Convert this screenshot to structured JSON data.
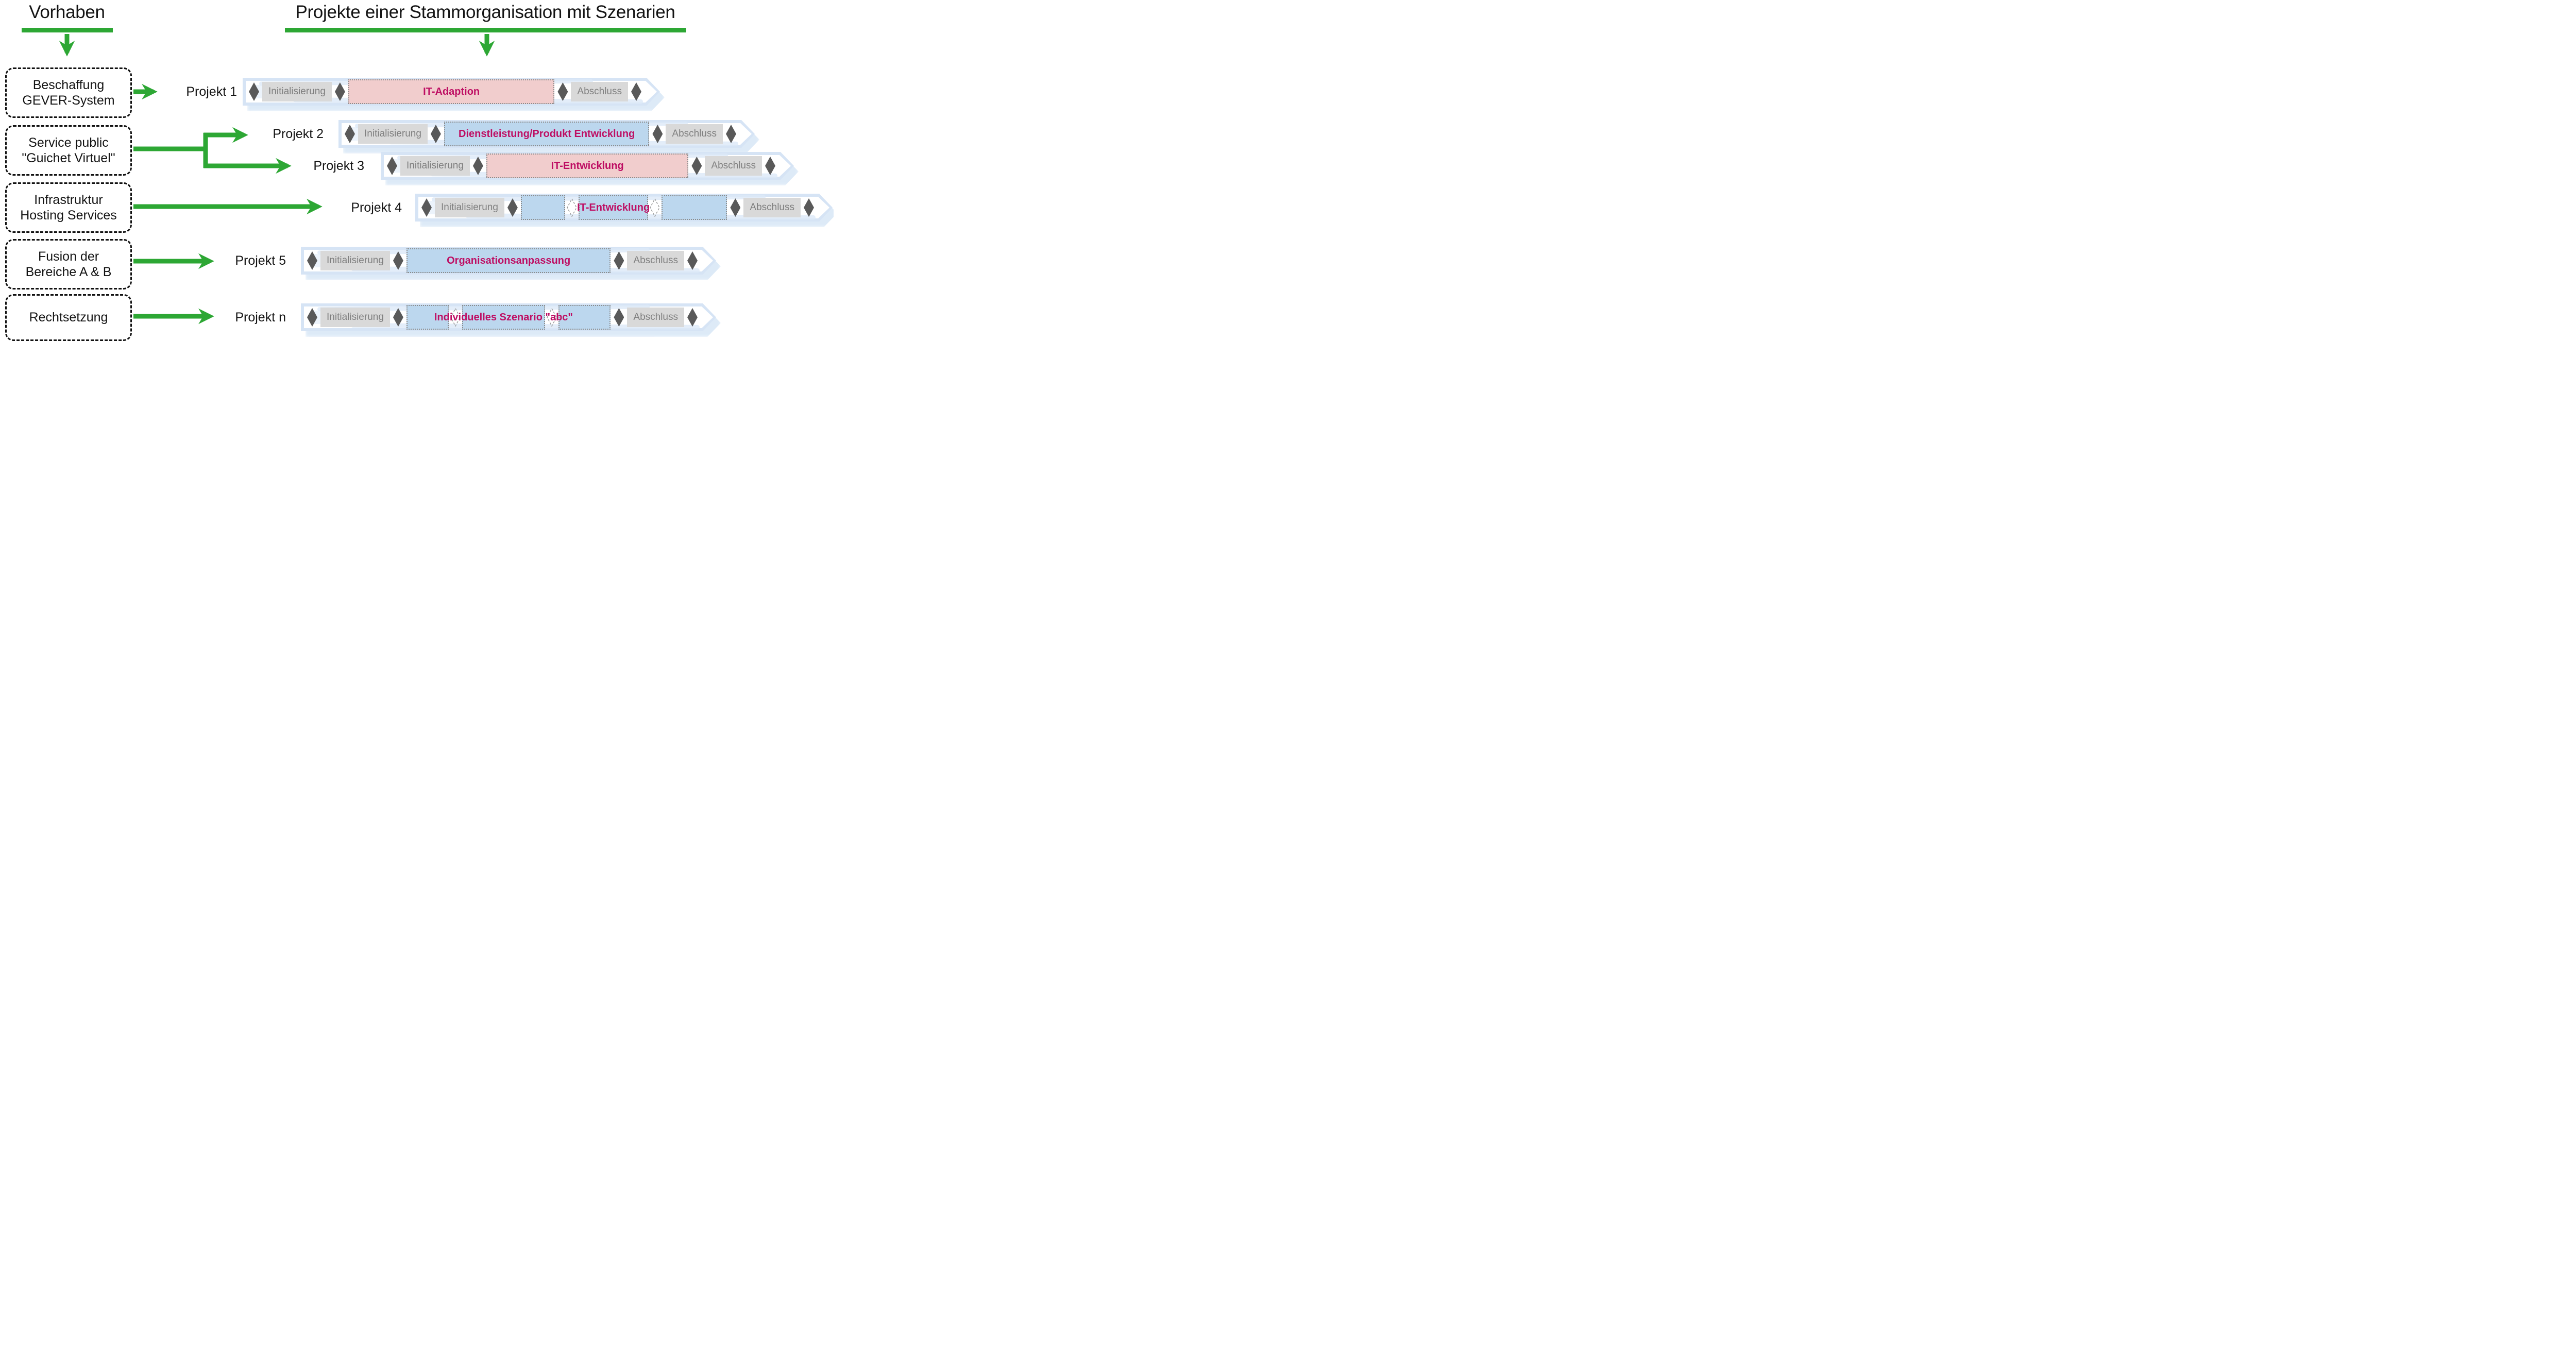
{
  "header": {
    "left_title": "Vorhaben",
    "right_title": "Projekte einer Stammorganisation mit Szenarien"
  },
  "colors": {
    "green": "#2DA734",
    "diamond": "#595959",
    "milestone_fill": "#D9D9D9",
    "milestone_text": "#7F7F7F",
    "phase_text": "#BE0E63",
    "phase_pink": "#F1CDCD",
    "phase_blue": "#BCD7EE",
    "phase_border": "#8C8C8C",
    "bar_border": "#D6E4F5",
    "bar_fill": "#FFFFFF",
    "streak": "#DCE9F7",
    "ghost": "#9C9C9C"
  },
  "vorhaben": [
    {
      "lines": [
        "Beschaffung",
        "GEVER-System"
      ]
    },
    {
      "lines": [
        "Service public",
        "\"Guichet Virtuel\""
      ]
    },
    {
      "lines": [
        "Infrastruktur",
        "Hosting Services"
      ]
    },
    {
      "lines": [
        "Fusion der",
        "Bereiche A & B"
      ]
    },
    {
      "lines": [
        "Rechtsetzung"
      ]
    }
  ],
  "connections": [
    {
      "from": "Beschaffung GEVER-System",
      "to": [
        "Projekt 1"
      ]
    },
    {
      "from": "Service public \"Guichet Virtuel\"",
      "to": [
        "Projekt 2",
        "Projekt 3"
      ]
    },
    {
      "from": "Infrastruktur Hosting Services",
      "to": [
        "Projekt 4"
      ]
    },
    {
      "from": "Fusion der Bereiche A & B",
      "to": [
        "Projekt 5"
      ]
    },
    {
      "from": "Rechtsetzung",
      "to": [
        "Projekt n"
      ]
    }
  ],
  "projects": [
    {
      "label": "Projekt 1",
      "phase_start": "Initialisierung",
      "phase_end": "Abschluss",
      "segments": [
        {
          "type": "phase",
          "color": "pink",
          "label": "IT-Adaption",
          "flex": 1
        }
      ]
    },
    {
      "label": "Projekt 2",
      "phase_start": "Initialisierung",
      "phase_end": "Abschluss",
      "segments": [
        {
          "type": "phase",
          "color": "blue",
          "label": "Dienstleistung/Produkt Entwicklung",
          "flex": 1
        }
      ]
    },
    {
      "label": "Projekt 3",
      "phase_start": "Initialisierung",
      "phase_end": "Abschluss",
      "segments": [
        {
          "type": "phase",
          "color": "pink",
          "label": "IT-Entwicklung",
          "flex": 1
        }
      ]
    },
    {
      "label": "Projekt 4",
      "phase_start": "Initialisierung",
      "phase_end": "Abschluss",
      "segments": [
        {
          "type": "phase",
          "color": "blue",
          "label": "",
          "flex": 1
        },
        {
          "type": "ghost"
        },
        {
          "type": "phase",
          "color": "blue",
          "label": "IT-Entwicklung",
          "flex": 1.6
        },
        {
          "type": "ghost"
        },
        {
          "type": "phase",
          "color": "blue",
          "label": "",
          "flex": 1.5
        }
      ]
    },
    {
      "label": "Projekt 5",
      "phase_start": "Initialisierung",
      "phase_end": "Abschluss",
      "segments": [
        {
          "type": "phase",
          "color": "blue",
          "label": "Organisationsanpassung",
          "flex": 1
        }
      ]
    },
    {
      "label": "Projekt n",
      "phase_start": "Initialisierung",
      "phase_end": "Abschluss",
      "segments": [
        {
          "type": "phase",
          "color": "blue",
          "label": "",
          "flex": 0.8
        },
        {
          "type": "ghost"
        },
        {
          "type": "phase",
          "color": "blue",
          "label": "Individuelles Szenario \"abc\"",
          "flex": 1.6
        },
        {
          "type": "ghost"
        },
        {
          "type": "phase",
          "color": "blue",
          "label": "",
          "flex": 1.0
        }
      ]
    }
  ]
}
